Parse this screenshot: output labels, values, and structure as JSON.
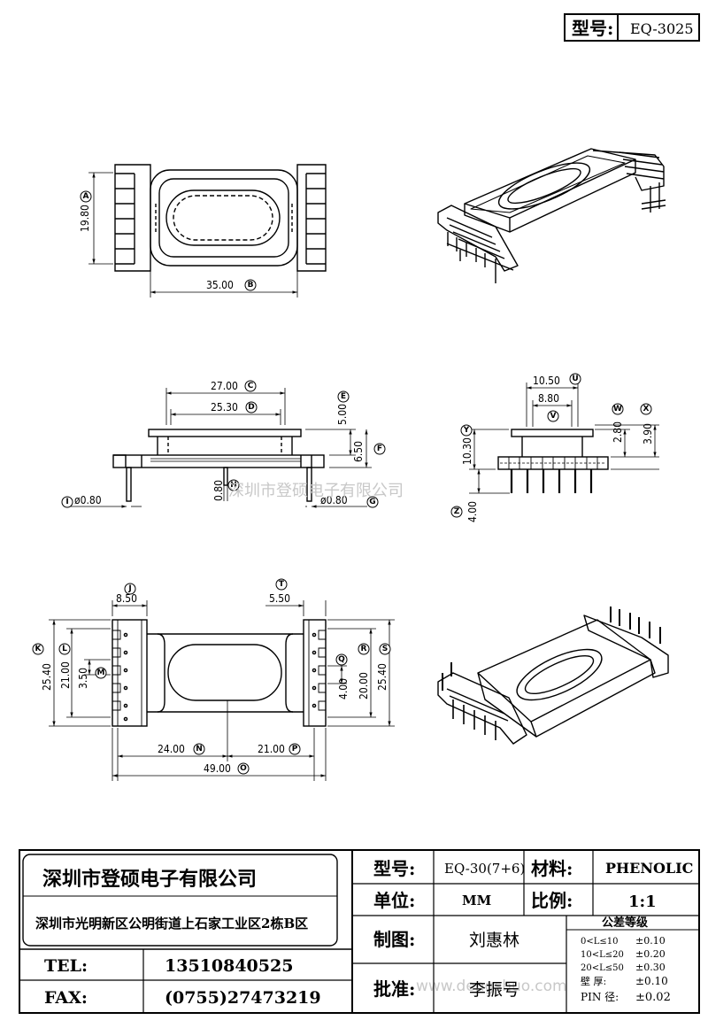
{
  "header": {
    "model_label": "型号:",
    "model_value": "EQ-3025"
  },
  "dimensions": {
    "A": "19.80",
    "B": "35.00",
    "C": "27.00",
    "D": "25.30",
    "E": "5.00",
    "F": "6.50",
    "H": "0.80",
    "I": "ø0.80",
    "G": "ø0.80",
    "U": "10.50",
    "V": "8.80",
    "W": "2.80",
    "X": "3.90",
    "Y": "10.30",
    "Z": "4.00",
    "J": "8.50",
    "T": "5.50",
    "K": "25.40",
    "L": "21.00",
    "M": "3.50",
    "Q": "4.00",
    "R": "20.00",
    "S": "25.40",
    "N": "24.00",
    "P": "21.00",
    "O": "49.00"
  },
  "watermarks": {
    "company": "深圳市登硕电子有限公司",
    "site": "www.dengshuo.com"
  },
  "title_block": {
    "company_name": "深圳市登硕电子有限公司",
    "address": "深圳市光明新区公明街道上石家工业区2栋B区",
    "tel_label": "TEL:",
    "tel_value": "13510840525",
    "fax_label": "FAX:",
    "fax_value": "(0755)27473219",
    "model_label": "型号:",
    "model_value": "EQ-30(7+6)",
    "material_label": "材料:",
    "material_value": "PHENOLIC",
    "unit_label": "单位:",
    "unit_value": "MM",
    "scale_label": "比例:",
    "scale_value": "1:1",
    "drawn_label": "制图:",
    "drawn_value": "刘惠林",
    "approved_label": "批准:",
    "approved_value": "李振号",
    "tolerance_title": "公差等级",
    "tolerances": [
      {
        "range": "0<L≤10",
        "value": "±0.10"
      },
      {
        "range": "10<L≤20",
        "value": "±0.20"
      },
      {
        "range": "20<L≤50",
        "value": "±0.30"
      },
      {
        "range": "壁  厚:",
        "value": "±0.10"
      },
      {
        "range": "PIN 径:",
        "value": "±0.02"
      }
    ]
  }
}
